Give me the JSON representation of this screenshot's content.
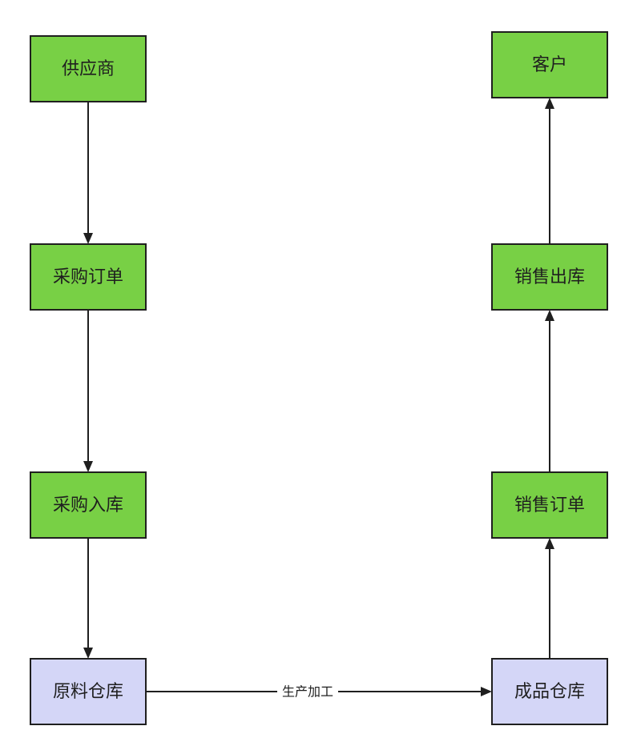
{
  "colors": {
    "process": "#78d045",
    "warehouse": "#d4d6f7",
    "stroke": "#1f1f1f",
    "background": "#ffffff"
  },
  "nodes": [
    {
      "id": "supplier",
      "label": "供应商",
      "kind": "process"
    },
    {
      "id": "purchase_order",
      "label": "采购订单",
      "kind": "process"
    },
    {
      "id": "purchase_inbound",
      "label": "采购入库",
      "kind": "process"
    },
    {
      "id": "raw_warehouse",
      "label": "原料仓库",
      "kind": "warehouse"
    },
    {
      "id": "finished_warehouse",
      "label": "成品仓库",
      "kind": "warehouse"
    },
    {
      "id": "sales_order",
      "label": "销售订单",
      "kind": "process"
    },
    {
      "id": "sales_outbound",
      "label": "销售出库",
      "kind": "process"
    },
    {
      "id": "customer",
      "label": "客户",
      "kind": "process"
    }
  ],
  "edges": [
    {
      "from": "supplier",
      "to": "purchase_order",
      "label": ""
    },
    {
      "from": "purchase_order",
      "to": "purchase_inbound",
      "label": ""
    },
    {
      "from": "purchase_inbound",
      "to": "raw_warehouse",
      "label": ""
    },
    {
      "from": "raw_warehouse",
      "to": "finished_warehouse",
      "label": "生产加工"
    },
    {
      "from": "finished_warehouse",
      "to": "sales_order",
      "label": ""
    },
    {
      "from": "sales_order",
      "to": "sales_outbound",
      "label": ""
    },
    {
      "from": "sales_outbound",
      "to": "customer",
      "label": ""
    }
  ]
}
